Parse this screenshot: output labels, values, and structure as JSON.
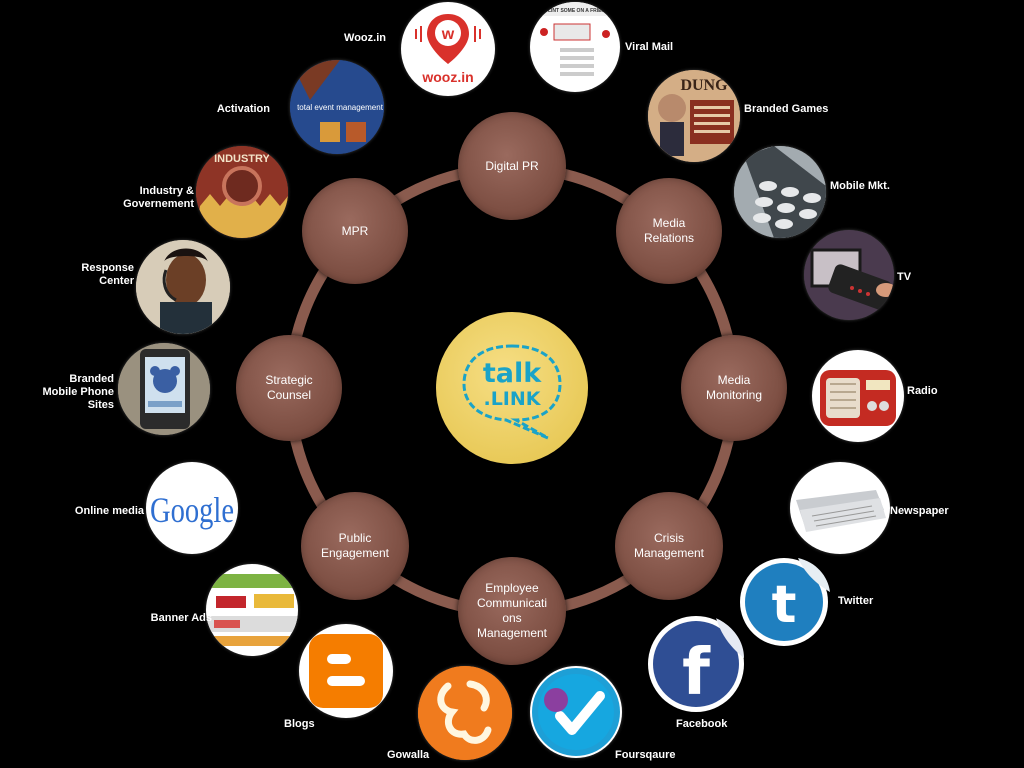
{
  "center": {
    "line1": "talk",
    "line2": ".LINK"
  },
  "services": [
    {
      "label": "Digital PR",
      "lines": [
        "Digital PR"
      ]
    },
    {
      "label": "Media Relations",
      "lines": [
        "Media",
        "Relations"
      ]
    },
    {
      "label": "Media Monitoring",
      "lines": [
        "Media",
        "Monitoring"
      ]
    },
    {
      "label": "Crisis Management",
      "lines": [
        "Crisis",
        "Management"
      ]
    },
    {
      "label": "Employee Communications Management",
      "lines": [
        "Employee",
        "Communicati",
        "ons",
        "Management"
      ]
    },
    {
      "label": "Public Engagement",
      "lines": [
        "Public",
        "Engagement"
      ]
    },
    {
      "label": "Strategic Counsel",
      "lines": [
        "Strategic",
        "Counsel"
      ]
    },
    {
      "label": "MPR",
      "lines": [
        "MPR"
      ]
    }
  ],
  "channels": [
    {
      "label": "Wooz.in",
      "lines": [
        "Wooz.in"
      ],
      "icon": "woozin-logo-icon",
      "image_text": "wooz.in"
    },
    {
      "label": "Viral Mail",
      "lines": [
        "Viral Mail"
      ],
      "icon": "viral-mail-form-icon",
      "image_text": "SPLINT SOME ON A FRIEND"
    },
    {
      "label": "Branded Games",
      "lines": [
        "Branded Games"
      ],
      "icon": "branded-game-icon",
      "image_text": "DUNG"
    },
    {
      "label": "Mobile Mkt.",
      "lines": [
        "Mobile Mkt."
      ],
      "icon": "phone-keypad-icon"
    },
    {
      "label": "TV",
      "lines": [
        "TV"
      ],
      "icon": "tv-remote-icon"
    },
    {
      "label": "Radio",
      "lines": [
        "Radio"
      ],
      "icon": "radio-icon"
    },
    {
      "label": "Newspaper",
      "lines": [
        "Newspaper"
      ],
      "icon": "newspaper-icon"
    },
    {
      "label": "Twitter",
      "lines": [
        "Twitter"
      ],
      "icon": "twitter-icon"
    },
    {
      "label": "Facebook",
      "lines": [
        "Facebook"
      ],
      "icon": "facebook-icon"
    },
    {
      "label": "Foursqaure",
      "lines": [
        "Foursqaure"
      ],
      "icon": "foursquare-icon"
    },
    {
      "label": "Gowalla",
      "lines": [
        "Gowalla"
      ],
      "icon": "gowalla-icon"
    },
    {
      "label": "Blogs",
      "lines": [
        "Blogs"
      ],
      "icon": "blogger-icon"
    },
    {
      "label": "Banner Ads",
      "lines": [
        "Banner Ads"
      ],
      "icon": "banner-ads-icon"
    },
    {
      "label": "Online media",
      "lines": [
        "Online media"
      ],
      "icon": "google-icon",
      "image_text": "Google"
    },
    {
      "label": "Branded Mobile Phone Sites",
      "lines": [
        "Branded",
        "Mobile Phone",
        "Sites"
      ],
      "icon": "mobile-site-icon"
    },
    {
      "label": "Response Center",
      "lines": [
        "Response",
        "Center"
      ],
      "icon": "call-center-agent-icon"
    },
    {
      "label": "Industry & Governement",
      "lines": [
        "Industry &",
        "Governement"
      ],
      "icon": "industry-icon",
      "image_text": "INDUSTRY"
    },
    {
      "label": "Activation",
      "lines": [
        "Activation"
      ],
      "icon": "event-management-icon",
      "image_text": "total event management"
    }
  ],
  "colors": {
    "background": "#000000",
    "ring": "#8a5b4e",
    "node": "#7a4c40",
    "center_fill": "#f0d36b",
    "center_text": "#1aa3c8"
  }
}
